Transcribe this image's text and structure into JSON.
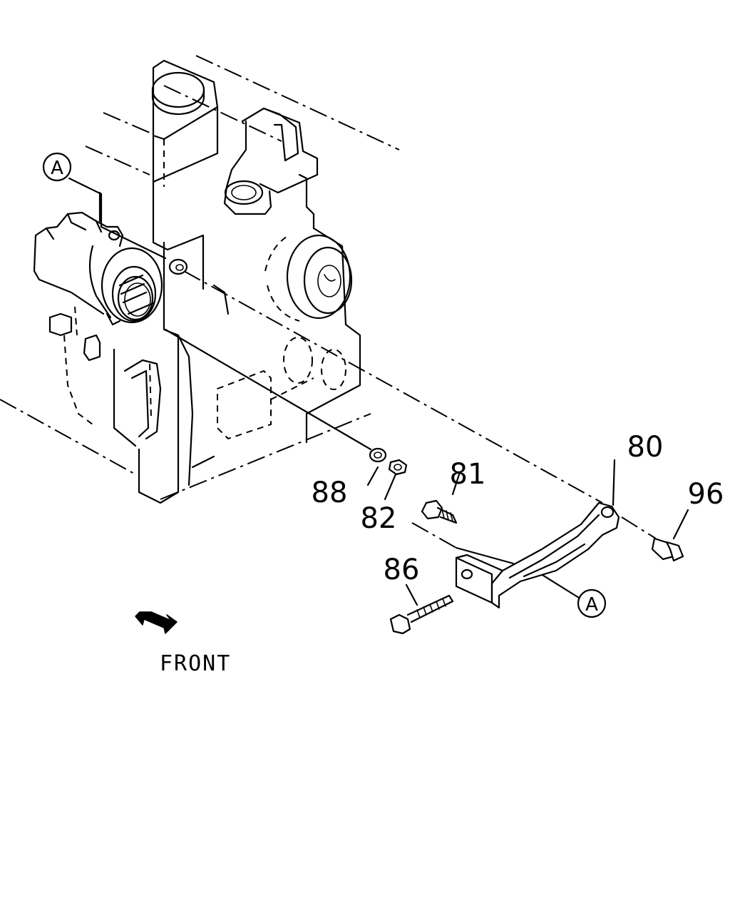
{
  "callouts": {
    "ref_a_top": "A",
    "ref_a_bottom": "A",
    "part_80": "80",
    "part_81": "81",
    "part_82": "82",
    "part_86": "86",
    "part_88": "88",
    "part_96": "96"
  },
  "direction": {
    "label": "FRONT",
    "arrow_icon": "front-arrow-icon"
  }
}
